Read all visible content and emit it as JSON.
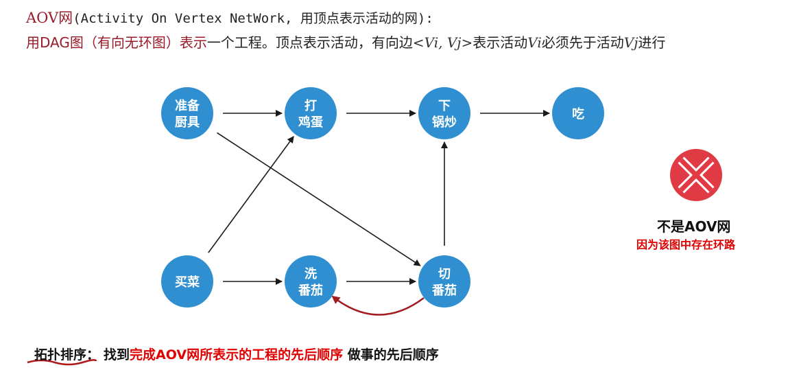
{
  "header": {
    "aov_term": "AOV网",
    "aov_def": "(Activity On Vertex NetWork, 用顶点表示活动的网):",
    "line2_prefix": "用DAG图（有向无环图）表示",
    "line2_middle": "一个工程。顶点表示活动，有向边",
    "edge_notation": "<Vi, Vj>",
    "line2_after_edge": "表示活动",
    "vi": "Vi",
    "must_before": "必须先于活动",
    "vj": "Vj",
    "proceed": "进行"
  },
  "graph": {
    "nodes": [
      {
        "id": "prep",
        "lines": [
          "准备",
          "厨具"
        ]
      },
      {
        "id": "egg",
        "lines": [
          "打",
          "鸡蛋"
        ]
      },
      {
        "id": "wok",
        "lines": [
          "下",
          "锅炒"
        ]
      },
      {
        "id": "eat",
        "lines": [
          "吃"
        ]
      },
      {
        "id": "buy",
        "lines": [
          "买菜"
        ]
      },
      {
        "id": "wash",
        "lines": [
          "洗",
          "番茄"
        ]
      },
      {
        "id": "cut",
        "lines": [
          "切",
          "番茄"
        ]
      }
    ],
    "edges": [
      {
        "from": "prep",
        "to": "egg"
      },
      {
        "from": "egg",
        "to": "wok"
      },
      {
        "from": "wok",
        "to": "eat"
      },
      {
        "from": "prep",
        "to": "cut"
      },
      {
        "from": "buy",
        "to": "egg"
      },
      {
        "from": "buy",
        "to": "wash"
      },
      {
        "from": "wash",
        "to": "cut"
      },
      {
        "from": "cut",
        "to": "wok"
      },
      {
        "from": "cut",
        "to": "wash",
        "kind": "cycle"
      }
    ],
    "node_color": "#2f8fd0",
    "edge_color": "#1a1a1a",
    "cycle_color": "#a01c20"
  },
  "verdict": {
    "icon": "cross-icon",
    "title": "不是AOV网",
    "reason": "因为该图中存在环路",
    "icon_color": "#e03a44"
  },
  "footer": {
    "term": "拓扑排序",
    "colon": "：",
    "find": "找到",
    "highlight": "完成AOV网所表示的工程的先后顺序",
    "tail": "做事的先后顺序"
  }
}
